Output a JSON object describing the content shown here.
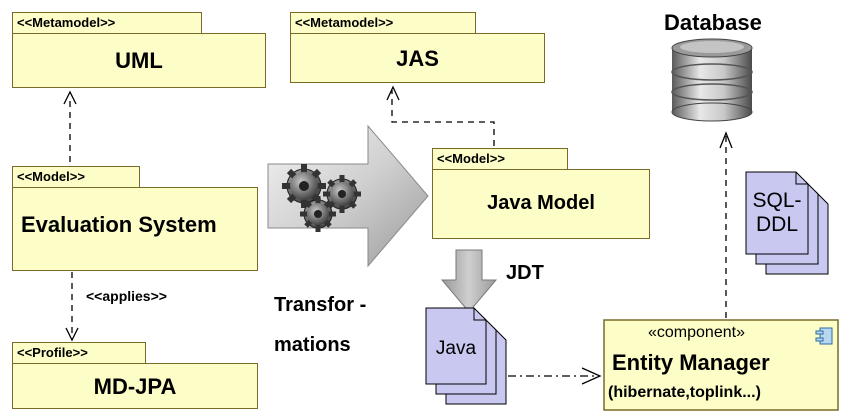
{
  "packages": {
    "uml": {
      "stereotype": "<<Metamodel>>",
      "name": "UML"
    },
    "jas": {
      "stereotype": "<<Metamodel>>",
      "name": "JAS"
    },
    "evaluation": {
      "stereotype": "<<Model>>",
      "name": "Evaluation System"
    },
    "java_model": {
      "stereotype": "<<Model>>",
      "name": "Java Model"
    },
    "mdjpa": {
      "stereotype": "<<Profile>>",
      "name": "MD-JPA"
    }
  },
  "database": {
    "label": "Database"
  },
  "applies_label": "<<applies>>",
  "transformations": {
    "line1": "Transfor -",
    "line2": "mations"
  },
  "jdt_label": "JDT",
  "java_doc": {
    "label": "Java"
  },
  "sql_doc": {
    "line1": "SQL-",
    "line2": "DDL"
  },
  "component": {
    "stereotype": "«component»",
    "name": "Entity Manager",
    "detail": "(hibernate,toplink...)"
  },
  "colors": {
    "package_fill": "#fdfdc8",
    "package_border": "#7a6a2a",
    "document_fill": "#c8c8f0",
    "arrow_gray": "#aaaaaa"
  }
}
